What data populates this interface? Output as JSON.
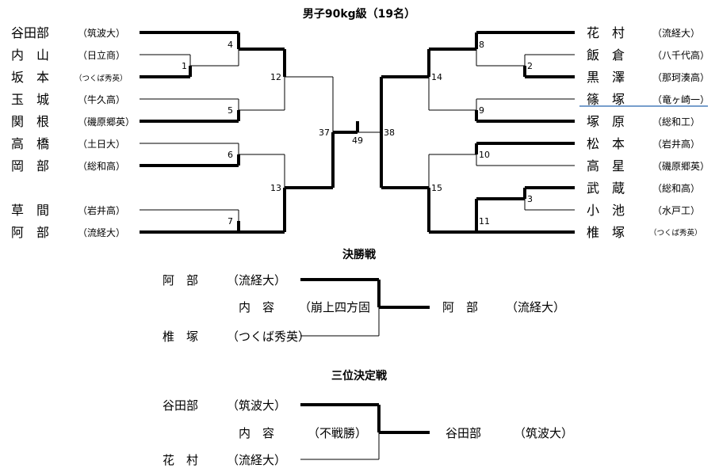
{
  "title": "男子90kg級（19名）",
  "left_players": [
    {
      "name": "谷田部",
      "school": "（筑波大）"
    },
    {
      "name": "内　山",
      "school": "（日立商）"
    },
    {
      "name": "坂　本",
      "school": "（つくば秀英）"
    },
    {
      "name": "玉　城",
      "school": "（牛久高）"
    },
    {
      "name": "関　根",
      "school": "（磯原郷英）"
    },
    {
      "name": "高　橋",
      "school": "（土日大）"
    },
    {
      "name": "岡　部",
      "school": "（総和高）"
    },
    {
      "name": "草　間",
      "school": "（岩井高）"
    },
    {
      "name": "阿　部",
      "school": "（流経大）"
    }
  ],
  "right_players": [
    {
      "name": "花　村",
      "school": "（流経大）"
    },
    {
      "name": "飯　倉",
      "school": "（八千代高）"
    },
    {
      "name": "黒　澤",
      "school": "（那珂湊高）"
    },
    {
      "name": "篠　塚",
      "school": "（竜ヶ崎一）"
    },
    {
      "name": "塚　原",
      "school": "（総和工）"
    },
    {
      "name": "松　本",
      "school": "（岩井高）"
    },
    {
      "name": "高　星",
      "school": "（磯原郷英）"
    },
    {
      "name": "武　蔵",
      "school": "（総和高）"
    },
    {
      "name": "小　池",
      "school": "（水戸工）"
    },
    {
      "name": "椎　塚",
      "school": "（つくば秀英）"
    }
  ],
  "match_numbers": {
    "m1": "1",
    "m2": "2",
    "m3": "3",
    "m4": "4",
    "m5": "5",
    "m6": "6",
    "m7": "7",
    "m8": "8",
    "m9": "9",
    "m10": "10",
    "m11": "11",
    "m12": "12",
    "m13": "13",
    "m14": "14",
    "m15": "15",
    "m37": "37",
    "m38": "38",
    "m49": "49"
  },
  "final": {
    "heading": "決勝戦",
    "top_name": "阿　部",
    "top_school": "（流経大）",
    "bottom_name": "椎　塚",
    "bottom_school": "（つくば秀英）",
    "content_label": "内　容",
    "content_value": "（崩上四方固",
    "winner_name": "阿　部",
    "winner_school": "（流経大）"
  },
  "third_place": {
    "heading": "三位決定戦",
    "top_name": "谷田部",
    "top_school": "（筑波大）",
    "bottom_name": "花　村",
    "bottom_school": "（流経大）",
    "content_label": "内　容",
    "content_value": "（不戦勝）",
    "winner_name": "谷田部",
    "winner_school": "（筑波大）"
  },
  "colors": {
    "line": "#000000",
    "highlight_underline": "#4a7ebb"
  }
}
